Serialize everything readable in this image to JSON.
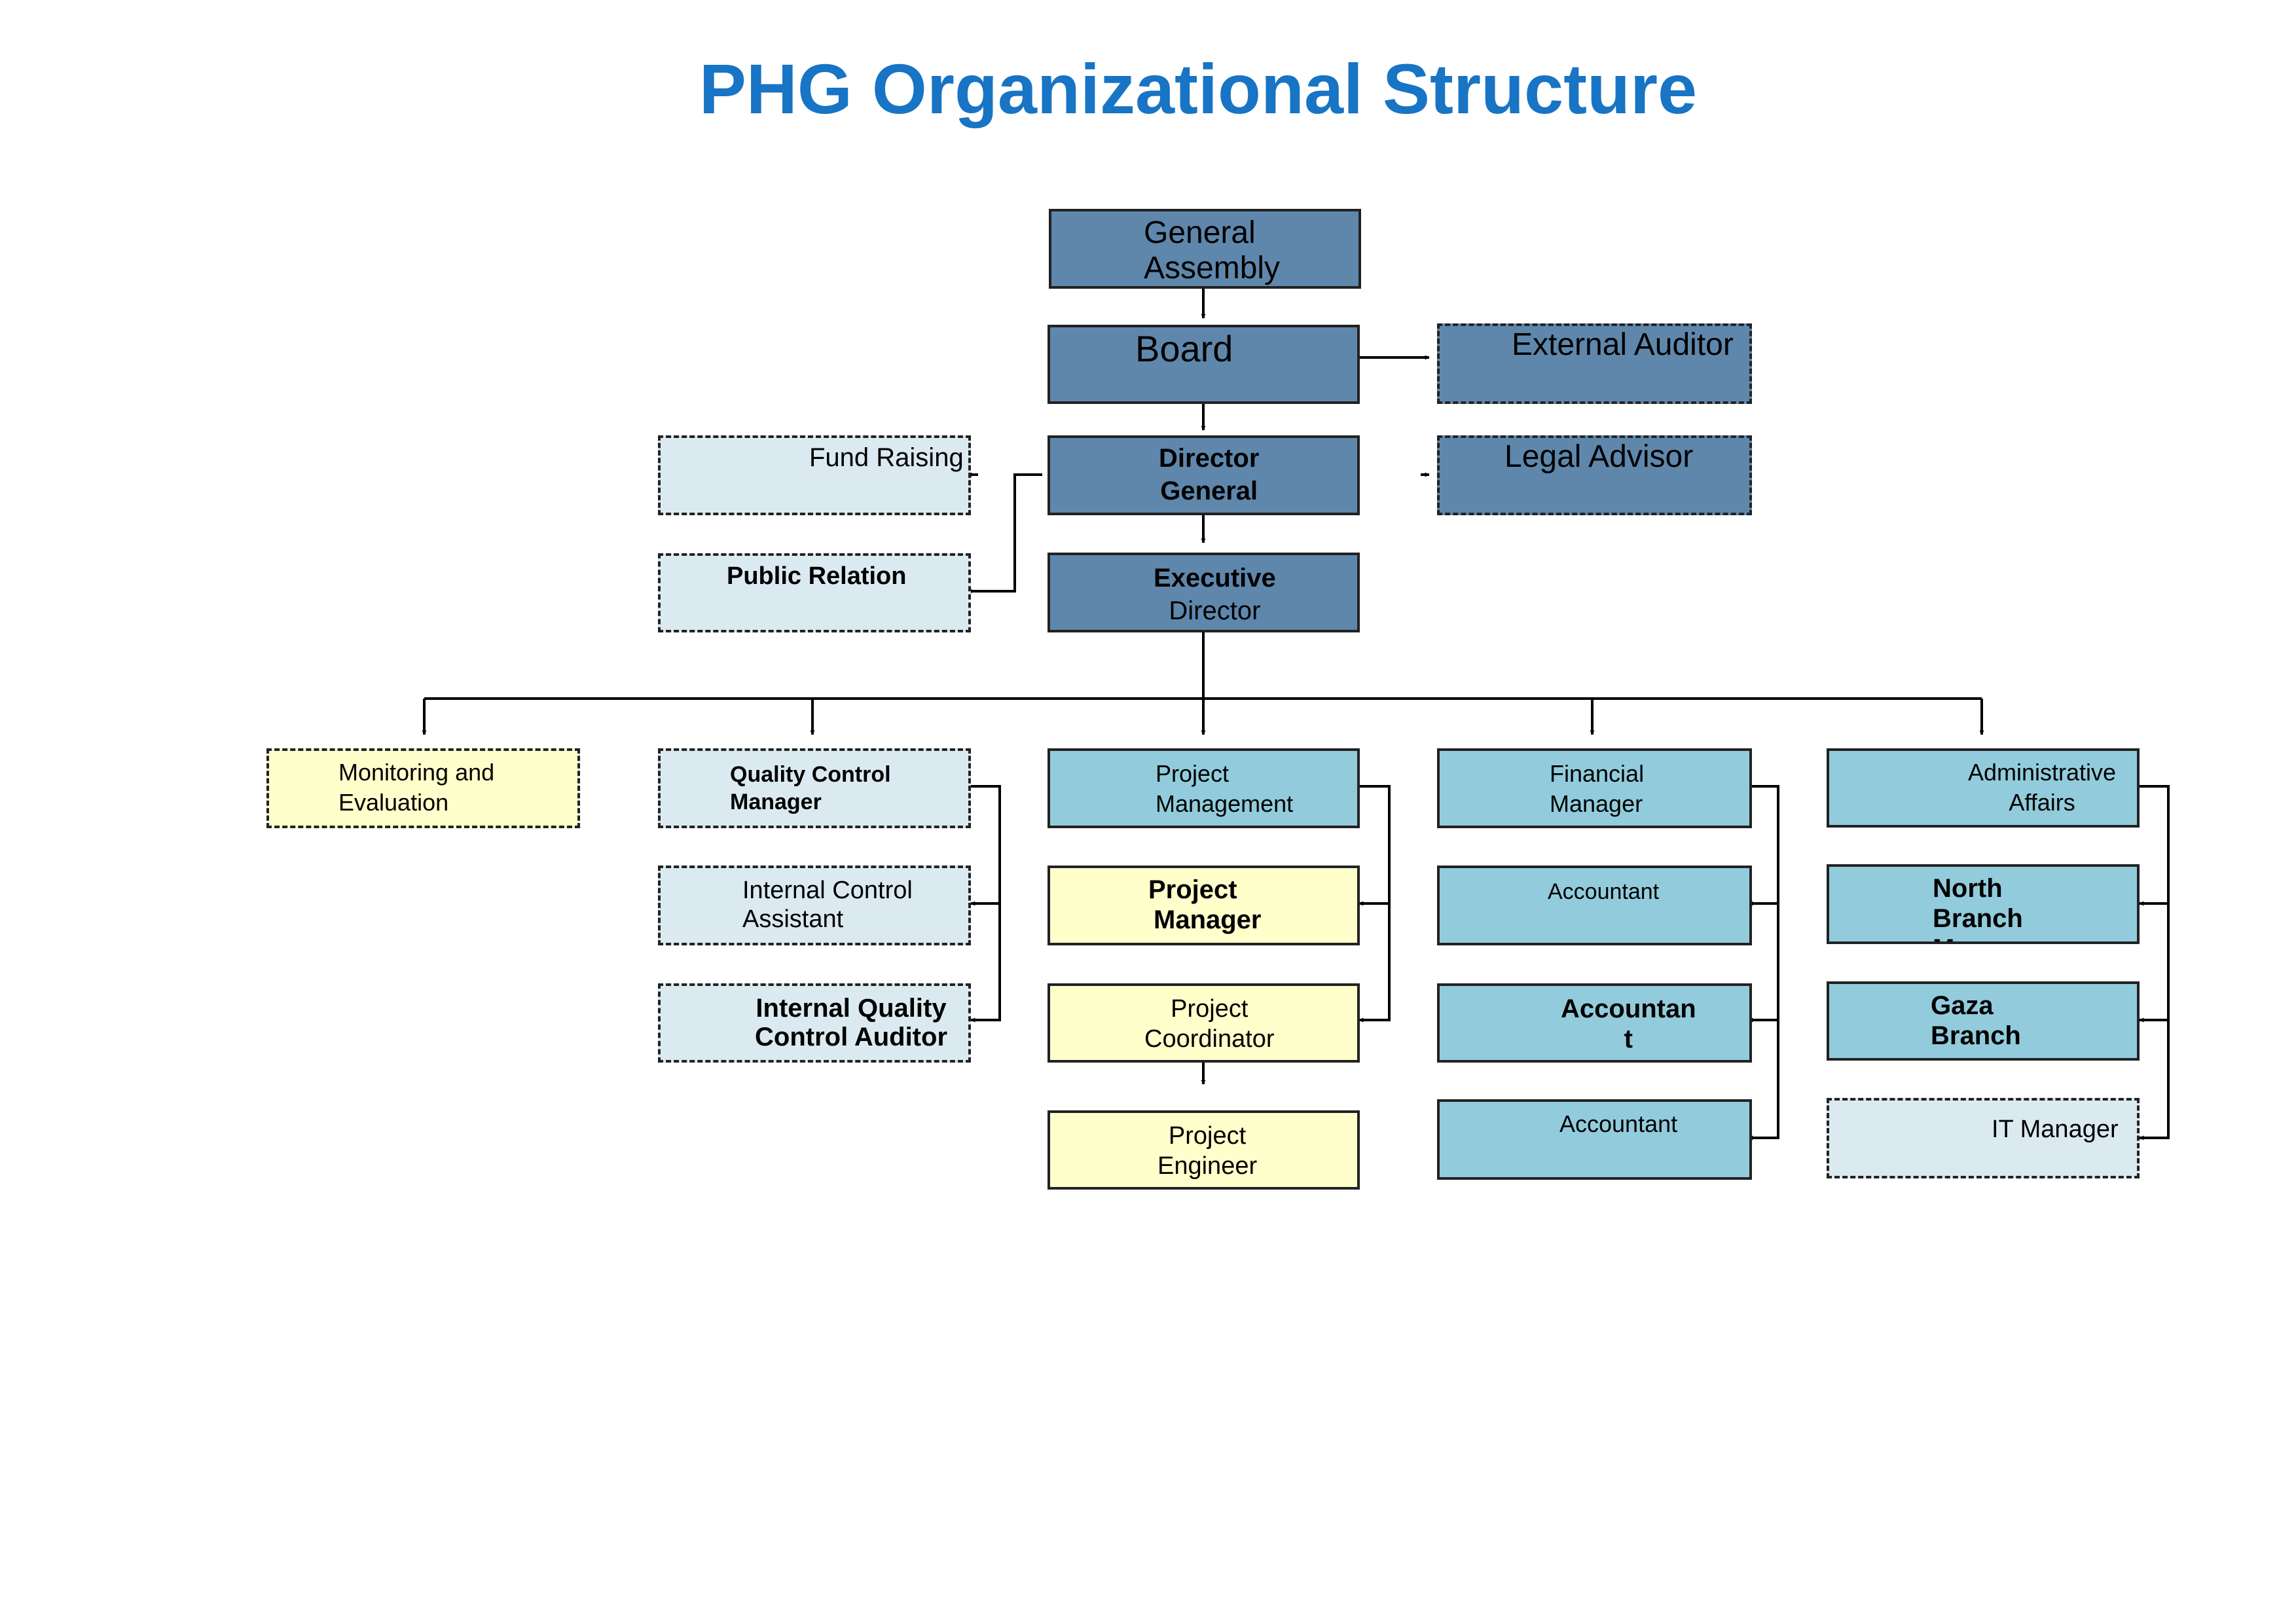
{
  "title": "PHG Organizational Structure",
  "nodes": {
    "general_assembly": [
      "General",
      "Assembly"
    ],
    "board": [
      "Board"
    ],
    "external_auditor": [
      "External Auditor"
    ],
    "director_general": [
      "Director",
      "General"
    ],
    "legal_advisor": [
      "Legal Advisor"
    ],
    "fund_raising": [
      "Fund Raising"
    ],
    "executive_director": [
      "Executive",
      "Director"
    ],
    "public_relation": [
      "Public Relation"
    ],
    "monitoring_evaluation": [
      "Monitoring and",
      "Evaluation"
    ],
    "quality_control_manager": [
      "Quality Control",
      "Manager"
    ],
    "internal_control_assistant": [
      "Internal Control",
      "Assistant"
    ],
    "internal_quality_control_auditor": [
      "Internal Quality",
      "Control Auditor"
    ],
    "project_management": [
      "Project",
      "Management"
    ],
    "project_manager": [
      "Project",
      "Manager"
    ],
    "project_coordinator": [
      "Project",
      "Coordinator"
    ],
    "project_engineer": [
      "Project",
      "Engineer"
    ],
    "financial_manager": [
      "Financial",
      "Manager"
    ],
    "accountant_1": [
      "Accountant"
    ],
    "accountant_2": [
      "Accountan",
      "t"
    ],
    "accountant_3": [
      "Accountant"
    ],
    "administrative_affairs": [
      "Administrative",
      "Affairs"
    ],
    "north_branch": [
      "North",
      "Branch",
      "M"
    ],
    "gaza_branch": [
      "Gaza",
      "Branch"
    ],
    "it_manager": [
      "IT Manager"
    ]
  },
  "colors": {
    "title": "#1874c4",
    "governance_box": "#5f87ac",
    "department_box": "#92ccdc",
    "support_box": "#dbeaf1",
    "project_box": "#ffffcc",
    "line": "#000000"
  },
  "box_styles": {
    "solid": "governance and department units",
    "dashed": "advisory and support units"
  }
}
